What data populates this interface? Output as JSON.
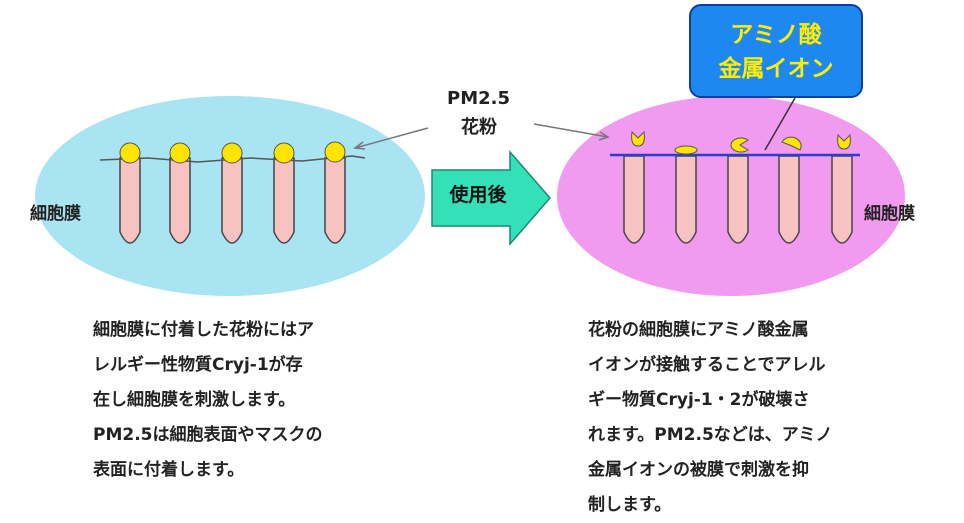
{
  "left_diagram": {
    "membrane_label": "細胞膜"
  },
  "right_diagram": {
    "membrane_label": "細胞膜"
  },
  "pollutant_label": {
    "line1": "PM2.5",
    "line2": "花粉"
  },
  "transition_arrow": {
    "label": "使用後"
  },
  "callout": {
    "line1": "アミノ酸",
    "line2": "金属イオン",
    "bg_color": "#1e88f0",
    "text_color": "#ffee00"
  },
  "left_text": [
    "細胞膜に付着した花粉にはア",
    "レルギー性物質Cryj-1が存",
    "在し細胞膜を刺激します。",
    "PM2.5は細胞表面やマスクの",
    "表面に付着します。"
  ],
  "right_text": [
    "花粉の細胞膜にアミノ酸金属",
    "イオンが接触することでアレル",
    "ギー物質Cryj-1・2が破壊さ",
    "れます。PM2.5などは、アミノ",
    "金属イオンの被膜で刺激を抑",
    "制します。"
  ],
  "colors": {
    "left_cell": "#a8e4f2",
    "right_cell": "#f09af0",
    "villi": "#f7c2c2",
    "pollen": "#ffe400",
    "arrow": "#33e0b8"
  }
}
